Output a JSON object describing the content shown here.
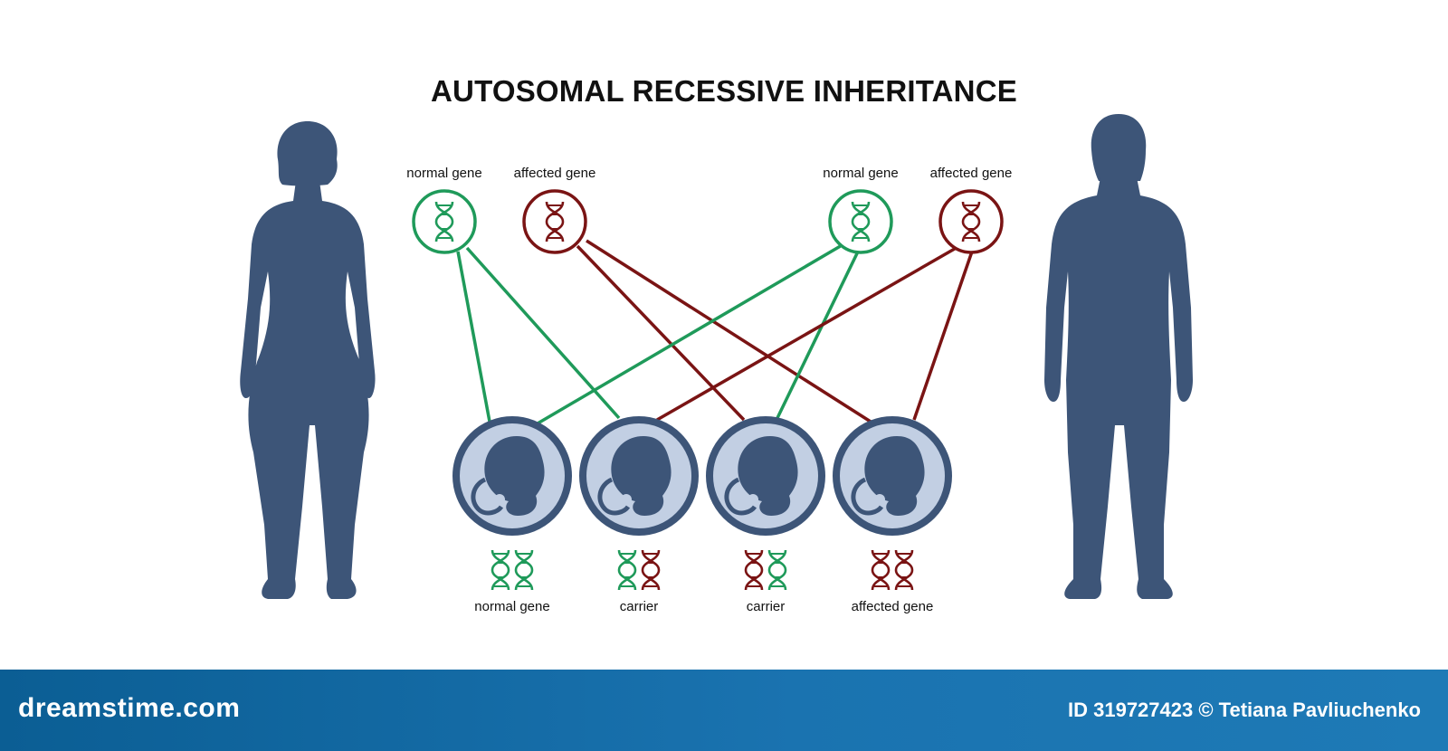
{
  "title": "AUTOSOMAL RECESSIVE INHERITANCE",
  "parents": {
    "mother": {
      "normal_label": "normal gene",
      "affected_label": "affected gene"
    },
    "father": {
      "normal_label": "normal gene",
      "affected_label": "affected gene"
    }
  },
  "offspring": [
    {
      "label": "normal gene",
      "genes": [
        "normal",
        "normal"
      ]
    },
    {
      "label": "carrier",
      "genes": [
        "normal",
        "affected"
      ]
    },
    {
      "label": "carrier",
      "genes": [
        "affected",
        "normal"
      ]
    },
    {
      "label": "affected gene",
      "genes": [
        "affected",
        "affected"
      ]
    }
  ],
  "colors": {
    "normal": "#1f9a5a",
    "affected": "#7a1414",
    "silhouette": "#3d5578",
    "womb_fill": "#c2cfe3",
    "footer": "#0f6aa3"
  },
  "footer": {
    "brand": "dreamstime.com",
    "credit": "ID 319727423 © Tetiana Pavliuchenko"
  }
}
